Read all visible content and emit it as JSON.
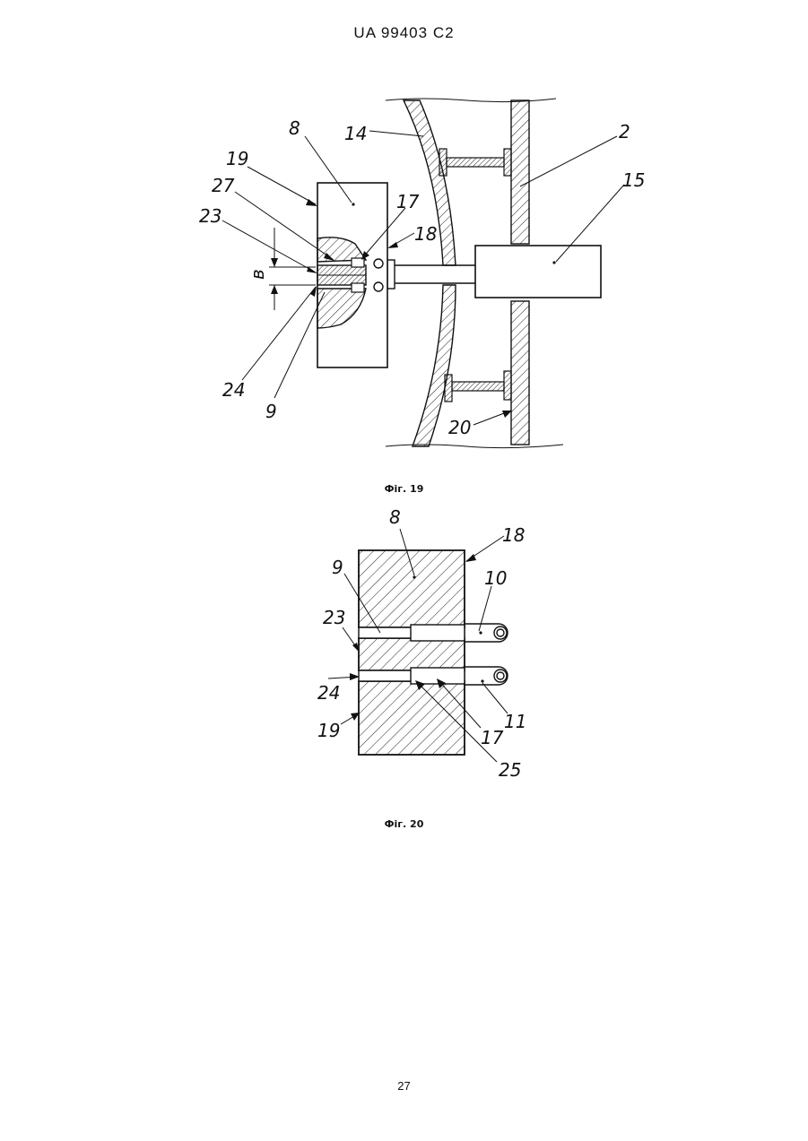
{
  "header": {
    "document_id": "UA   99403   C2"
  },
  "figure19": {
    "caption": "Фіг. 19",
    "labels": {
      "l8": "8",
      "l14": "14",
      "l2": "2",
      "l15": "15",
      "l19": "19",
      "l27": "27",
      "l17": "17",
      "l18": "18",
      "l23": "23",
      "lb": "в",
      "l24": "24",
      "l9": "9",
      "l20": "20"
    }
  },
  "figure20": {
    "caption": "Фіг. 20",
    "labels": {
      "l8": "8",
      "l18": "18",
      "l9": "9",
      "l10": "10",
      "l23": "23",
      "l24": "24",
      "l11": "11",
      "l19": "19",
      "l17": "17",
      "l25": "25"
    }
  },
  "footer": {
    "page_number": "27"
  }
}
